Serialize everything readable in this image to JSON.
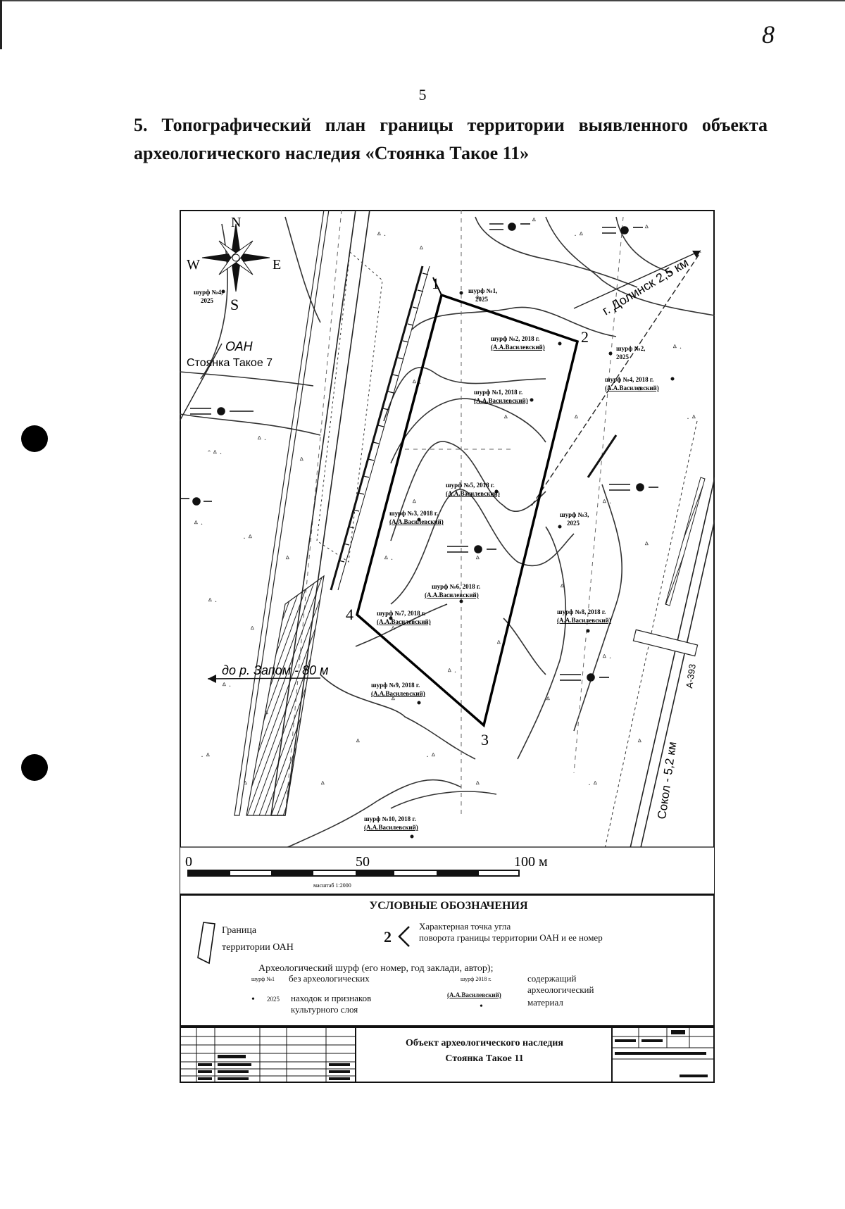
{
  "page": {
    "corner_mark": "8",
    "page_number": "5",
    "heading_line1": "5. Топографический план границы территории выявленного объекта",
    "heading_line2": "археологического наследия «Стоянка Такое 11»"
  },
  "map": {
    "compass": {
      "north": "N",
      "south": "S",
      "west": "W",
      "east": "E"
    },
    "labels": {
      "neighbor_site_line1": "ОАН",
      "neighbor_site_line2": "Стоянка Такое 7",
      "road_north": "г. Долинск 2,5 км",
      "road_south": "Сокол - 5,2 км",
      "road_code": "А-393",
      "river": "до р. Запом - 80 м"
    },
    "boundary_points": [
      {
        "id": "1",
        "label": "1"
      },
      {
        "id": "2",
        "label": "2"
      },
      {
        "id": "3",
        "label": "3"
      },
      {
        "id": "4",
        "label": "4"
      }
    ],
    "pits": [
      {
        "line1": "шурф №1,",
        "line2": "2025"
      },
      {
        "line1": "шурф №2, 2018 г.",
        "line2": "(А.А.Василевский)"
      },
      {
        "line1": "шурф №2,",
        "line2": "2025"
      },
      {
        "line1": "шурф №4, 2018 г.",
        "line2": "(А.А.Василевский)"
      },
      {
        "line1": "шурф №1, 2018 г.",
        "line2": "(А.А.Василевский)"
      },
      {
        "line1": "шурф №5, 2018 г.",
        "line2": "(А.А.Василевский)"
      },
      {
        "line1": "шурф №3, 2018 г.",
        "line2": "(А.А.Василевский)"
      },
      {
        "line1": "шурф №3,",
        "line2": "2025"
      },
      {
        "line1": "шурф №6, 2018 г.",
        "line2": "(А.А.Василевский)"
      },
      {
        "line1": "шурф №7, 2018 г.",
        "line2": "(А.А.Василевский)"
      },
      {
        "line1": "шурф №8, 2018 г.",
        "line2": "(А.А.Василевский)"
      },
      {
        "line1": "шурф №9, 2018 г.",
        "line2": "(А.А.Василевский)"
      },
      {
        "line1": "шурф №10, 2018 г.",
        "line2": "(А.А.Василевский)"
      },
      {
        "line1": "шурф №4,",
        "line2": "2025"
      }
    ],
    "scale": {
      "zero": "0",
      "mid": "50",
      "max": "100 м",
      "caption": "масштаб 1:2000"
    }
  },
  "legend": {
    "title": "УСЛОВНЫЕ ОБОЗНАЧЕНИЯ",
    "boundary_line1": "Граница",
    "boundary_line2": "территории ОАН",
    "point_number": "2",
    "point_line1": "Характерная точка угла",
    "point_line2": "поворота границы территории ОАН и ее номер",
    "pit_header": "Археологический шурф (его номер, год заклади, автор);",
    "pit_empty_label": "шурф №1",
    "pit_empty_line1": "без археологических",
    "pit_empty_year": "2025",
    "pit_empty_line2": "находок и признаков",
    "pit_empty_line3": "культурного слоя",
    "pit_find_label": "шурф 2018 г.",
    "pit_find_author": "(А.А.Василевский)",
    "pit_find_line1": "содержащий",
    "pit_find_line2": "археологический",
    "pit_find_line3": "материал"
  },
  "title_block": {
    "line1": "Объект археологического наследия",
    "line2": "Стоянка Такое 11"
  },
  "colors": {
    "ink": "#111111",
    "paper": "#ffffff",
    "grey": "#888888"
  }
}
